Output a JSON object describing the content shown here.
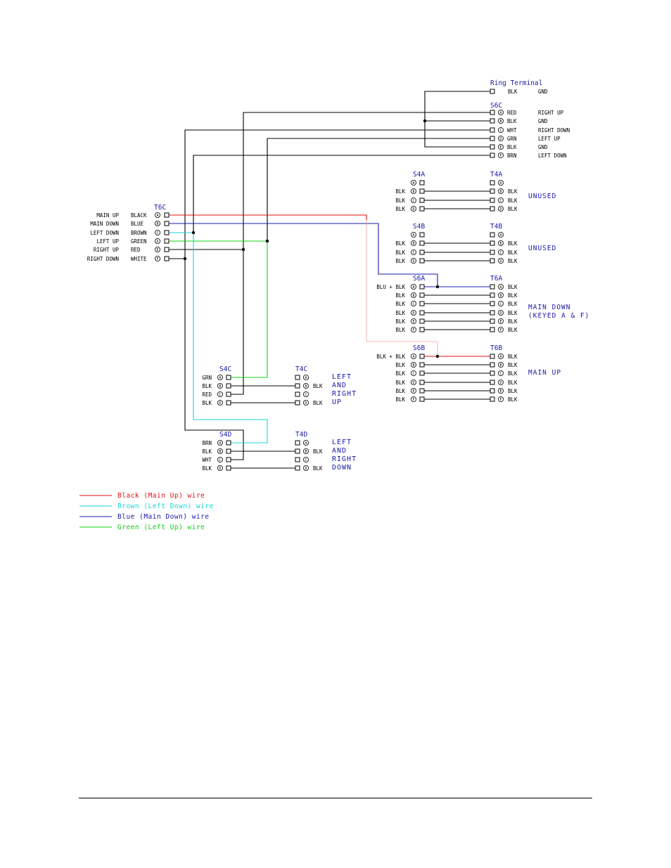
{
  "ring_terminal": {
    "title": "Ring Terminal",
    "wire": "BLK",
    "func": "GND"
  },
  "s6c": {
    "title": "S6C",
    "rows": [
      {
        "pin": "A",
        "wire": "RED",
        "func": "RIGHT UP"
      },
      {
        "pin": "B",
        "wire": "BLK",
        "func": "GND"
      },
      {
        "pin": "C",
        "wire": "WHT",
        "func": "RIGHT DOWN"
      },
      {
        "pin": "D",
        "wire": "GRN",
        "func": "LEFT UP"
      },
      {
        "pin": "E",
        "wire": "BLK",
        "func": "GND"
      },
      {
        "pin": "F",
        "wire": "BRN",
        "func": "LEFT DOWN"
      }
    ]
  },
  "t6c": {
    "title": "T6C",
    "rows": [
      {
        "func": "MAIN UP",
        "wire": "BLACK",
        "pin": "A"
      },
      {
        "func": "MAIN DOWN",
        "wire": "BLUE",
        "pin": "B"
      },
      {
        "func": "LEFT DOWN",
        "wire": "BROWN",
        "pin": "C"
      },
      {
        "func": "LEFT UP",
        "wire": "GREEN",
        "pin": "D"
      },
      {
        "func": "RIGHT UP",
        "wire": "RED",
        "pin": "E"
      },
      {
        "func": "RIGHT DOWN",
        "wire": "WHITE",
        "pin": "F"
      }
    ]
  },
  "group_4a": {
    "s_title": "S4A",
    "t_title": "T4A",
    "note": [
      "UNUSED"
    ],
    "rows": [
      {
        "pin": "A",
        "s_wire": "",
        "t_wire": ""
      },
      {
        "pin": "B",
        "s_wire": "BLK",
        "t_wire": "BLK"
      },
      {
        "pin": "C",
        "s_wire": "BLK",
        "t_wire": "BLK"
      },
      {
        "pin": "D",
        "s_wire": "BLK",
        "t_wire": "BLK"
      }
    ]
  },
  "group_4b": {
    "s_title": "S4B",
    "t_title": "T4B",
    "note": [
      "UNUSED"
    ],
    "rows": [
      {
        "pin": "A",
        "s_wire": "",
        "t_wire": ""
      },
      {
        "pin": "B",
        "s_wire": "BLK",
        "t_wire": "BLK"
      },
      {
        "pin": "C",
        "s_wire": "BLK",
        "t_wire": "BLK"
      },
      {
        "pin": "D",
        "s_wire": "BLK",
        "t_wire": "BLK"
      }
    ]
  },
  "group_6a": {
    "s_title": "S6A",
    "t_title": "T6A",
    "note": [
      "MAIN DOWN",
      "(KEYED A & F)"
    ],
    "rows": [
      {
        "pin": "A",
        "s_wire": "BLU + BLK",
        "t_wire": "BLK"
      },
      {
        "pin": "B",
        "s_wire": "BLK",
        "t_wire": "BLK"
      },
      {
        "pin": "C",
        "s_wire": "BLK",
        "t_wire": "BLK"
      },
      {
        "pin": "D",
        "s_wire": "BLK",
        "t_wire": "BLK"
      },
      {
        "pin": "E",
        "s_wire": "BLK",
        "t_wire": "BLK"
      },
      {
        "pin": "F",
        "s_wire": "BLK",
        "t_wire": "BLK"
      }
    ]
  },
  "group_6b": {
    "s_title": "S6B",
    "t_title": "T6B",
    "note": [
      "MAIN UP"
    ],
    "rows": [
      {
        "pin": "A",
        "s_wire": "BLK + BLK",
        "t_wire": "BLK"
      },
      {
        "pin": "B",
        "s_wire": "BLK",
        "t_wire": "BLK"
      },
      {
        "pin": "C",
        "s_wire": "BLK",
        "t_wire": "BLK"
      },
      {
        "pin": "D",
        "s_wire": "BLK",
        "t_wire": "BLK"
      },
      {
        "pin": "E",
        "s_wire": "BLK",
        "t_wire": "BLK"
      },
      {
        "pin": "F",
        "s_wire": "BLK",
        "t_wire": "BLK"
      }
    ]
  },
  "group_4c": {
    "s_title": "S4C",
    "t_title": "T4C",
    "note": [
      "LEFT",
      "AND",
      "RIGHT",
      "UP"
    ],
    "rows": [
      {
        "pin": "A",
        "s_wire": "GRN",
        "t_wire": ""
      },
      {
        "pin": "B",
        "s_wire": "BLK",
        "t_wire": "BLK"
      },
      {
        "pin": "C",
        "s_wire": "RED",
        "t_wire": ""
      },
      {
        "pin": "D",
        "s_wire": "BLK",
        "t_wire": "BLK"
      }
    ]
  },
  "group_4d": {
    "s_title": "S4D",
    "t_title": "T4D",
    "note": [
      "LEFT",
      "AND",
      "RIGHT",
      "DOWN"
    ],
    "rows": [
      {
        "pin": "A",
        "s_wire": "BRN",
        "t_wire": ""
      },
      {
        "pin": "B",
        "s_wire": "BLK",
        "t_wire": "BLK"
      },
      {
        "pin": "C",
        "s_wire": "WHT",
        "t_wire": ""
      },
      {
        "pin": "D",
        "s_wire": "BLK",
        "t_wire": "BLK"
      }
    ]
  },
  "legend": [
    {
      "label": "Black (Main Up) wire",
      "color": "#e01010"
    },
    {
      "label": "Brown (Left Down) wire",
      "color": "#19d4d4"
    },
    {
      "label": "Blue (Main Down) wire",
      "color": "#1a1ab0"
    },
    {
      "label": "Green (Left Up) wire",
      "color": "#10d010"
    }
  ],
  "colors": {
    "ink": "#000000",
    "header": "#1a1aa8",
    "black_wire": "#e01010",
    "brown_wire": "#19d4d4",
    "blue_wire": "#1a1ab0",
    "green_wire": "#10d010"
  }
}
